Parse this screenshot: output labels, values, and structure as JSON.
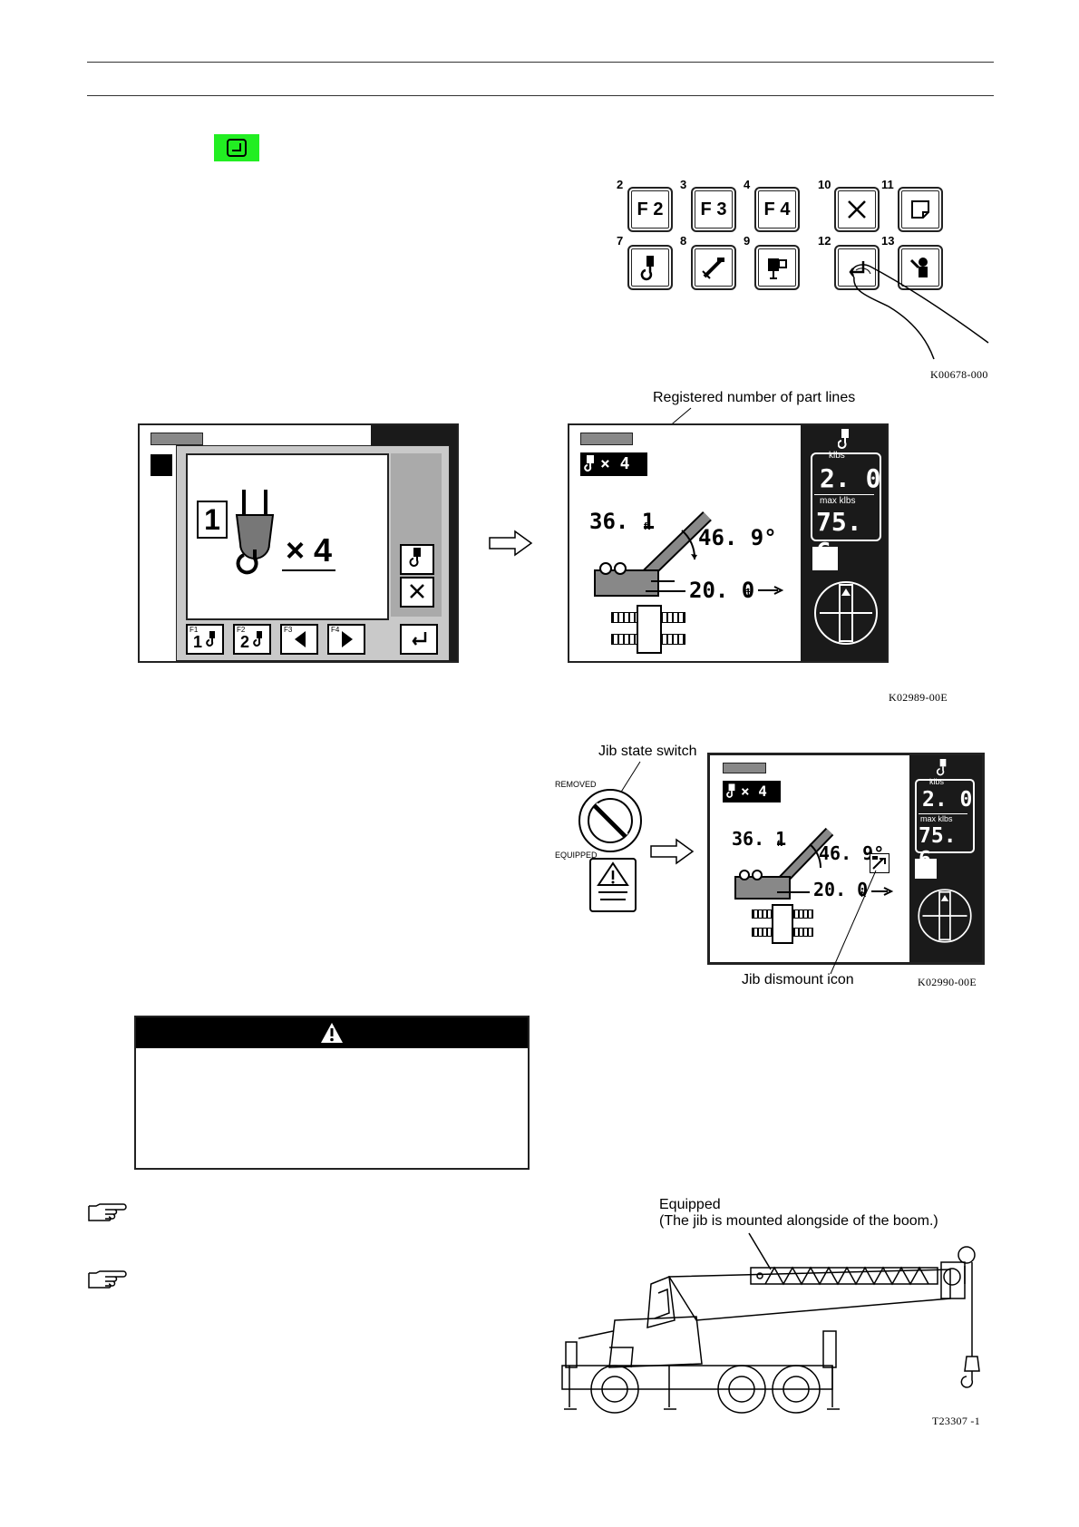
{
  "keypad": {
    "top_row": [
      {
        "num": "2",
        "label": "F 2"
      },
      {
        "num": "3",
        "label": "F 3"
      },
      {
        "num": "4",
        "label": "F 4"
      },
      {
        "num": "10",
        "label": ""
      },
      {
        "num": "11",
        "label": ""
      }
    ],
    "bottom_row_nums": [
      "7",
      "8",
      "9",
      "12",
      "13"
    ],
    "ref": "K00678-000"
  },
  "fig2": {
    "annotation": "Registered number of part lines",
    "popup_num": "1",
    "popup_mult": "× 4",
    "f_labels": [
      "F1",
      "F2",
      "F3",
      "F4"
    ],
    "f_nums": [
      "1",
      "2"
    ],
    "part_lines": "× 4",
    "length": "36. 1",
    "length_unit": "ft",
    "angle": "46. 9°",
    "radius": "20. 0",
    "radius_unit": "ft",
    "load_unit": "klbs",
    "load": "2. 0",
    "max_unit": "max klbs",
    "max": "75. 6",
    "ref": "K02989-00E"
  },
  "fig3": {
    "switch_label": "Jib state switch",
    "removed": "REMOVED",
    "equipped": "EQUIPPED",
    "part_lines": "× 4",
    "length": "36. 1",
    "length_unit": "ft",
    "angle": "46. 9°",
    "radius": "20. 0",
    "radius_unit": "ft",
    "load_unit": "klbs",
    "load": "2. 0",
    "max_unit": "max klbs",
    "max": "75. 6",
    "icon_label": "Jib dismount icon",
    "ref": "K02990-00E"
  },
  "fig4": {
    "title": "Equipped",
    "subtitle": "(The jib is mounted alongside of the boom.)",
    "ref": "T23307 -1"
  },
  "colors": {
    "key_highlight": "#22ee22",
    "lcd_dark": "#1a1a1a"
  }
}
